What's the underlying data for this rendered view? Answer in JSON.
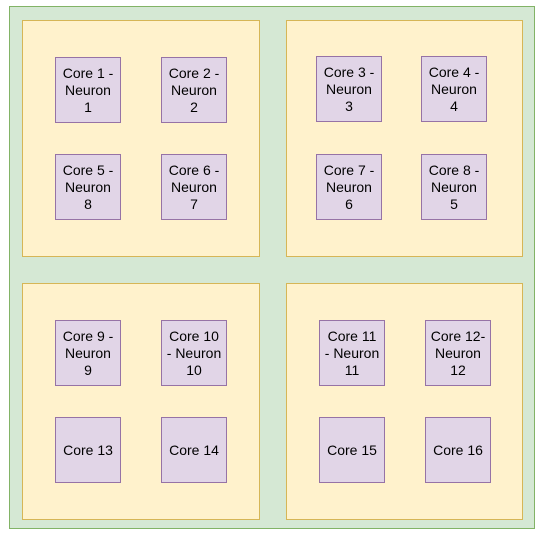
{
  "colors": {
    "outer_fill": "#d5e8d4",
    "outer_border": "#82b366",
    "cluster_fill": "#fff2cc",
    "cluster_border": "#d6b656",
    "core_fill": "#e1d5e7",
    "core_border": "#9673a6"
  },
  "clusters": [
    {
      "cores": [
        {
          "label": "Core 1 -\nNeuron\n1"
        },
        {
          "label": "Core 2 -\nNeuron\n2"
        },
        {
          "label": "Core 5 -\nNeuron\n8"
        },
        {
          "label": "Core 6 -\nNeuron\n7"
        }
      ]
    },
    {
      "cores": [
        {
          "label": "Core 3 -\nNeuron\n3"
        },
        {
          "label": "Core 4 -\nNeuron\n4"
        },
        {
          "label": "Core 7 -\nNeuron\n6"
        },
        {
          "label": "Core 8 -\nNeuron\n5"
        }
      ]
    },
    {
      "cores": [
        {
          "label": "Core 9 -\nNeuron\n9"
        },
        {
          "label": "Core 10\n- Neuron\n10"
        },
        {
          "label": "Core 13"
        },
        {
          "label": "Core 14"
        }
      ]
    },
    {
      "cores": [
        {
          "label": "Core 11\n- Neuron\n11"
        },
        {
          "label": "Core 12-\nNeuron\n12"
        },
        {
          "label": "Core 15"
        },
        {
          "label": "Core 16"
        }
      ]
    }
  ]
}
